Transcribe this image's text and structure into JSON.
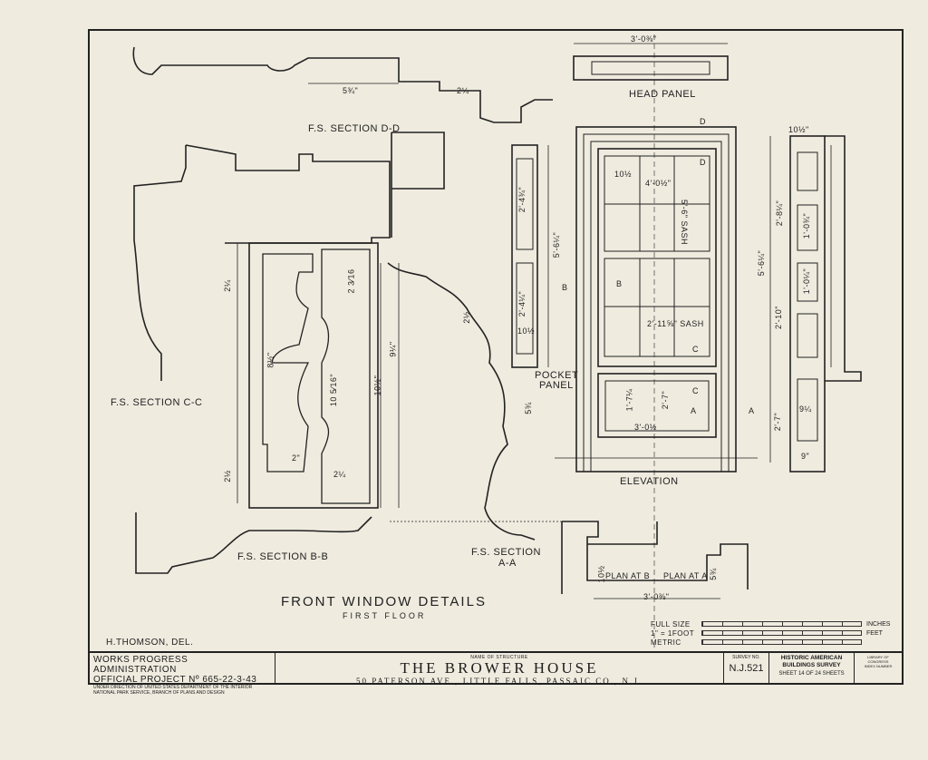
{
  "drawing": {
    "title": "FRONT WINDOW DETAILS",
    "subtitle": "FIRST FLOOR",
    "delineator": "H.THOMSON, DEL."
  },
  "sections": {
    "dd": "F.S. SECTION D-D",
    "cc": "F.S. SECTION C-C",
    "bb": "F.S. SECTION B-B",
    "aa_line1": "F.S. SECTION",
    "aa_line2": "A-A"
  },
  "views": {
    "head_panel": "HEAD PANEL",
    "pocket_panel_line1": "POCKET",
    "pocket_panel_line2": "PANEL",
    "elevation": "ELEVATION",
    "plan_b": "PLAN AT B",
    "plan_a": "PLAN AT A"
  },
  "dimensions": {
    "head_width": "3'-0⅜\"",
    "plan_width": "3'-0⅜\"",
    "dd_width": "5¾\"",
    "dd_small": "2¼",
    "pocket_height": "5'-6¼\"",
    "pocket_upper": "2'-4¾\"",
    "pocket_lower": "2'-4¼\"",
    "pocket_width": "10½",
    "upper_sash_size": "4'-0½\"",
    "upper_sash_note": "10½",
    "sash_height": "5'-6\" SASH",
    "sash_width": "2'-11⅝\" SASH",
    "lower_panel_height": "1'-7¼",
    "lower_panel_ht2": "2'-7\"",
    "lower_panel_width": "3'-0½",
    "side_width": "10½\"",
    "side_total": "5'-6¼\"",
    "side_upper": "2'-8¼\"",
    "side_lower": "2'-10\"",
    "side_panel1": "1'-0¾\"",
    "side_panel2": "1'-0¼\"",
    "side_base": "2'-7\"",
    "side_base_small": "9¼",
    "side_9": "9\"",
    "bb_top": "2¼",
    "bb_bottom": "2½",
    "bb_mid": "8½\"",
    "bb_height1": "10½\"",
    "bb_height2": "9¼\"",
    "bb_inner": "10 5⁄16\"",
    "bb_small": "2\"",
    "bb_small2": "2¼",
    "bb_top2": "2 3⁄16",
    "aa_width": "5¾",
    "aa_small": "2½",
    "plan_left": "10½",
    "plan_right": "5¾"
  },
  "markers": {
    "d": "D",
    "b": "B",
    "c": "C",
    "a": "A"
  },
  "scale": {
    "full_size": "FULL SIZE",
    "one_foot": "1\" = 1FOOT",
    "metric": "METRIC",
    "inches": "INCHES",
    "feet": "FEET"
  },
  "titleblock": {
    "agency_line1": "WORKS PROGRESS ADMINISTRATION",
    "agency_line2": "OFFICIAL PROJECT Nº 665-22-3-43",
    "agency_line3": "UNDER DIRECTION OF UNITED STATES DEPARTMENT OF THE INTERIOR",
    "agency_line4": "NATIONAL PARK SERVICE, BRANCH OF PLANS AND DESIGN",
    "name_caption": "NAME OF STRUCTURE",
    "structure_name": "THE BROWER HOUSE",
    "address": "50 PATERSON AVE., LITTLE FALLS, PASSAIC CO., N.J.",
    "survey_caption": "SURVEY NO.",
    "survey_no": "N.J.521",
    "habs_line1": "HISTORIC AMERICAN",
    "habs_line2": "BUILDINGS SURVEY",
    "sheet": "SHEET 14 OF 24 SHEETS",
    "loc_line1": "LIBRARY OF CONGRESS",
    "loc_line2": "INDEX NUMBER"
  }
}
